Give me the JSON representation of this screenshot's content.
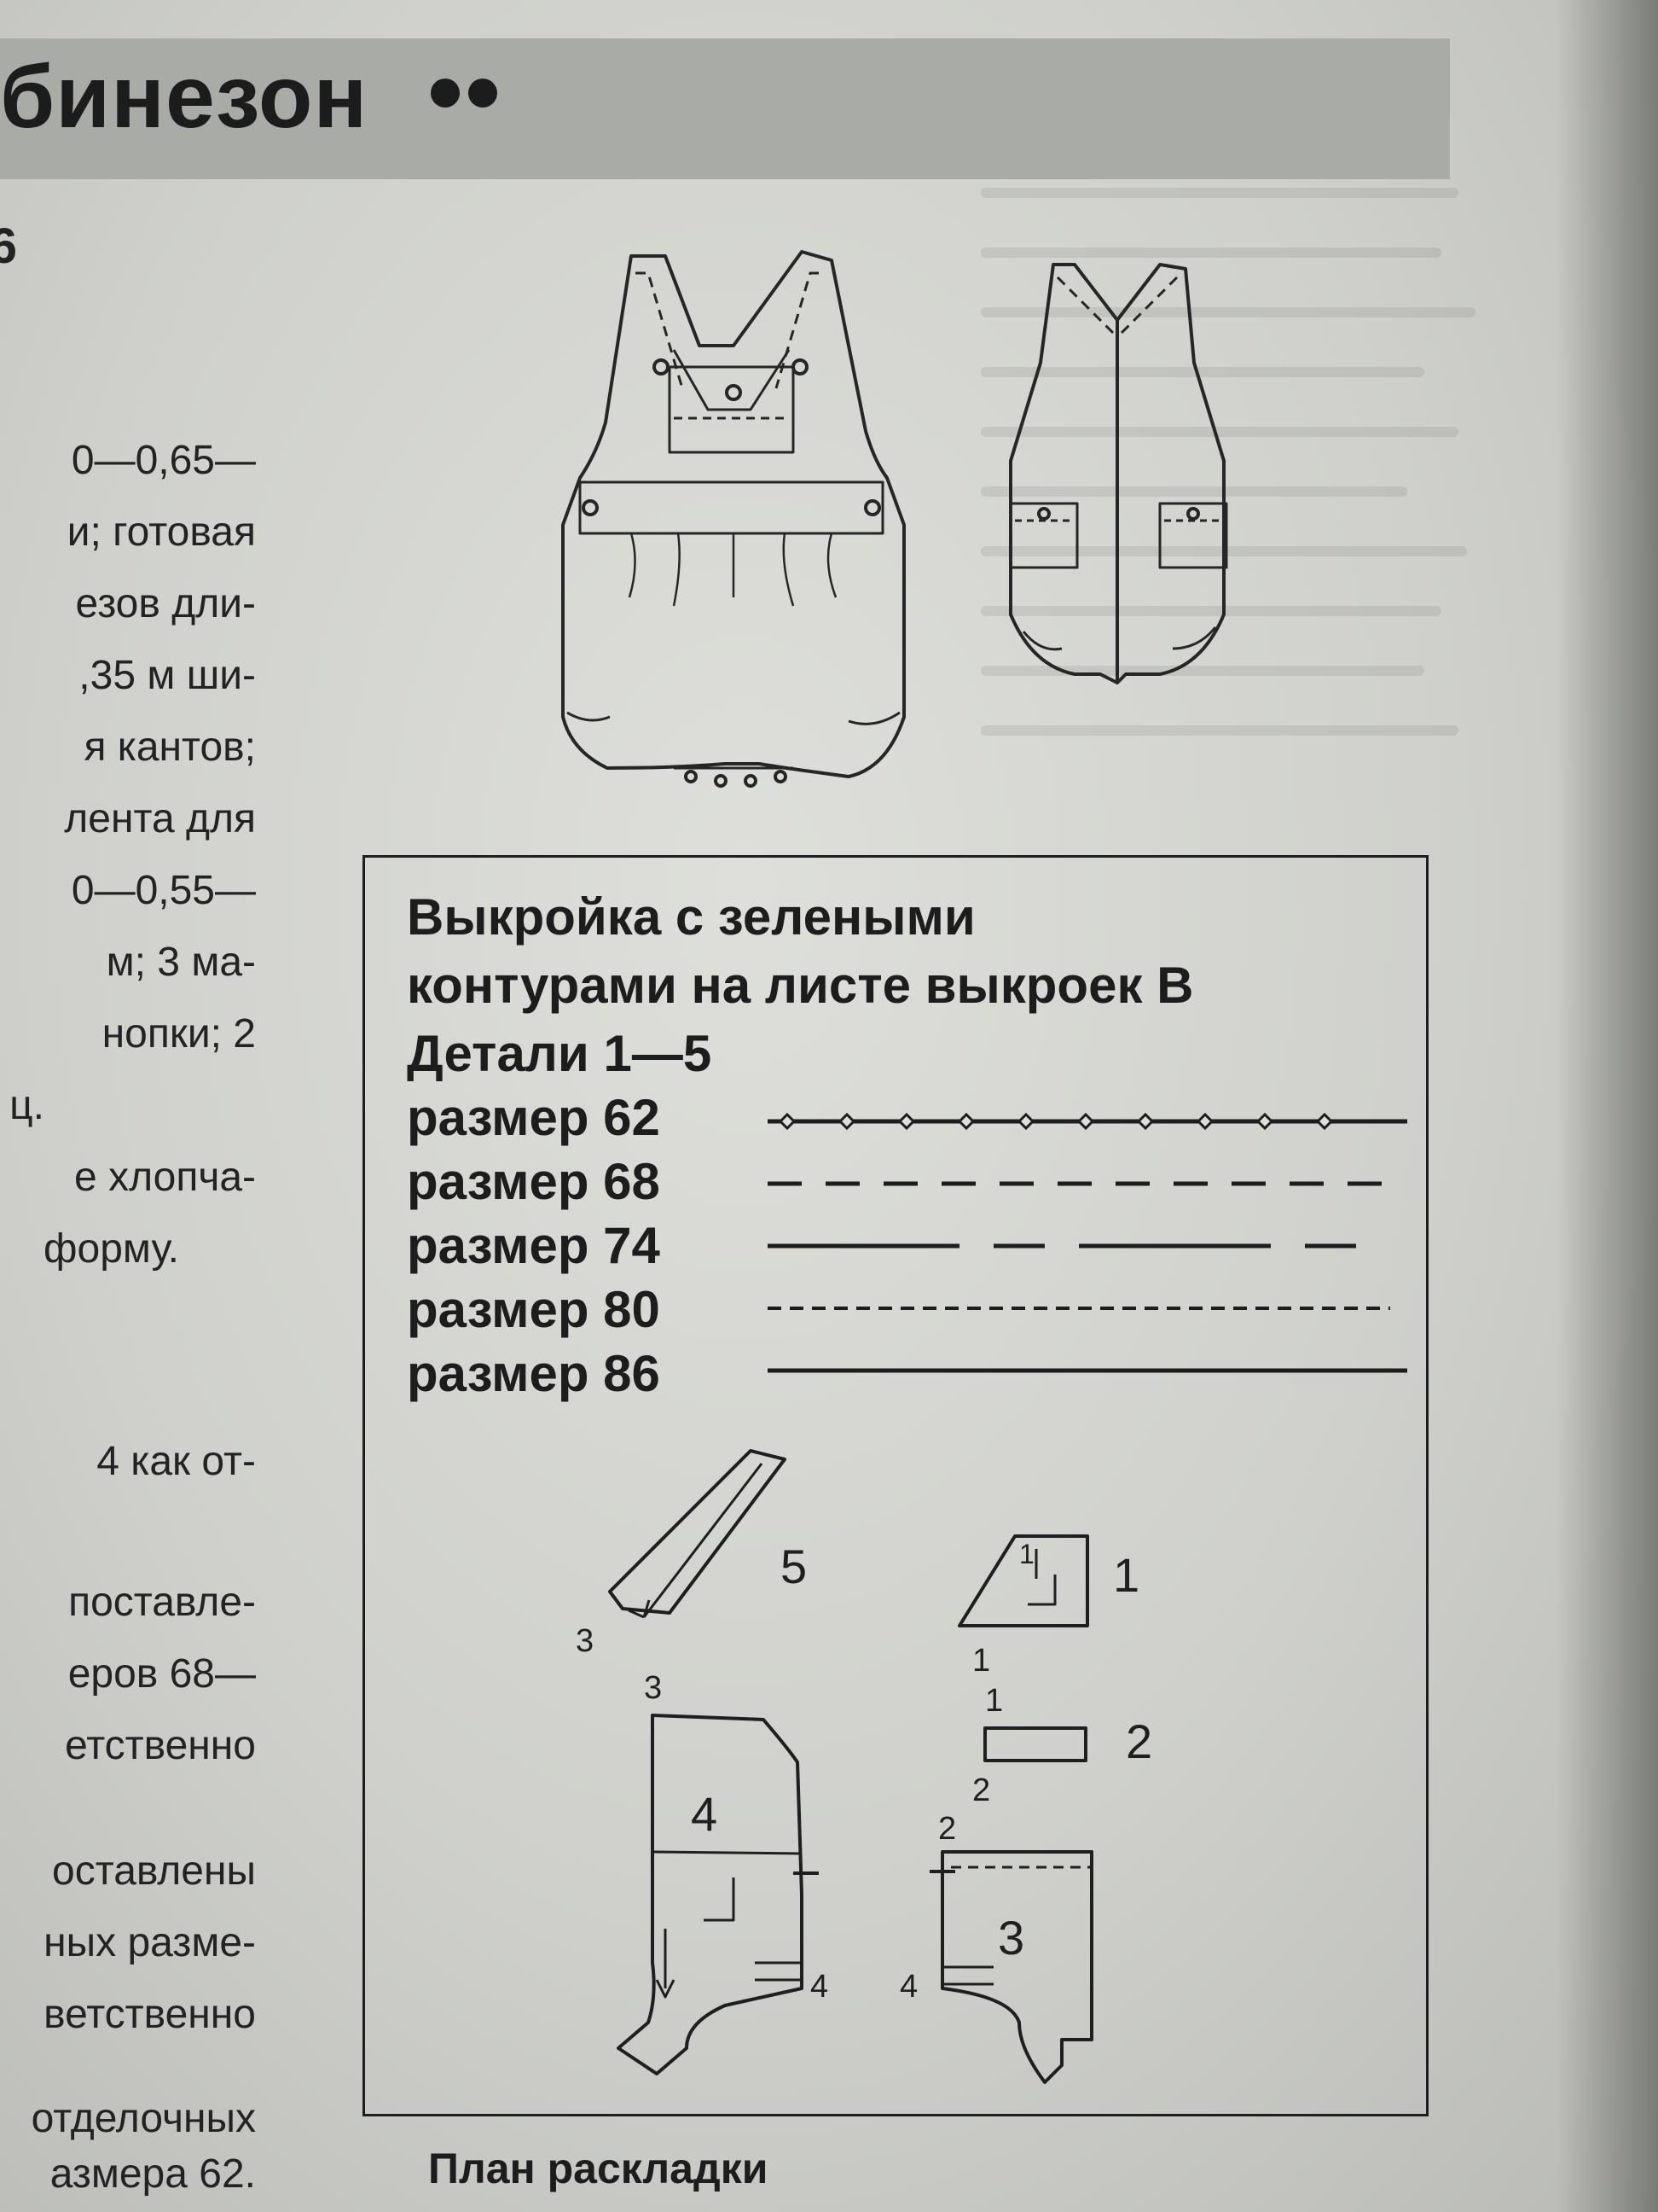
{
  "header": {
    "title": "бинезон"
  },
  "left_column": {
    "lines": [
      "6",
      "0—0,65—",
      "и; готовая",
      "езов дли-",
      ",35 м ши-",
      "я кантов;",
      "лента для",
      "0—0,55—",
      "м; 3 ма-",
      "нопки; 2",
      "ц.",
      "е хлопча-",
      "форму.",
      "4 как от-",
      "поставле-",
      "еров 68—",
      "етственно",
      "оставлены",
      "ных разме-",
      "ветственно",
      "отделочных",
      "азмера 62."
    ]
  },
  "pattern_box": {
    "line1": "Выкройка с зелеными",
    "line2": "контурами на листе выкроек В",
    "line3": "Детали 1—5",
    "sizes": [
      {
        "label": "размер 62",
        "style": "dot-dash"
      },
      {
        "label": "размер 68",
        "style": "long-dash"
      },
      {
        "label": "размер 74",
        "style": "dash-gap"
      },
      {
        "label": "размер 80",
        "style": "short-dash"
      },
      {
        "label": "размер 86",
        "style": "solid"
      }
    ],
    "pieces": {
      "p5": "5",
      "p5_mark": "3",
      "p1": "1",
      "p1_top": "1",
      "p1_bottom": "1",
      "p2": "2",
      "p2_top": "1",
      "p2_bottom": "2",
      "p4": "4",
      "p4_top": "3",
      "p4_side": "4",
      "p3": "3",
      "p3_top": "2",
      "p3_side": "4"
    }
  },
  "footer": {
    "caption": "План раскладки"
  },
  "colors": {
    "paper": "#dedfda",
    "ink": "#1d1d1d",
    "band": "#a9aba7"
  }
}
